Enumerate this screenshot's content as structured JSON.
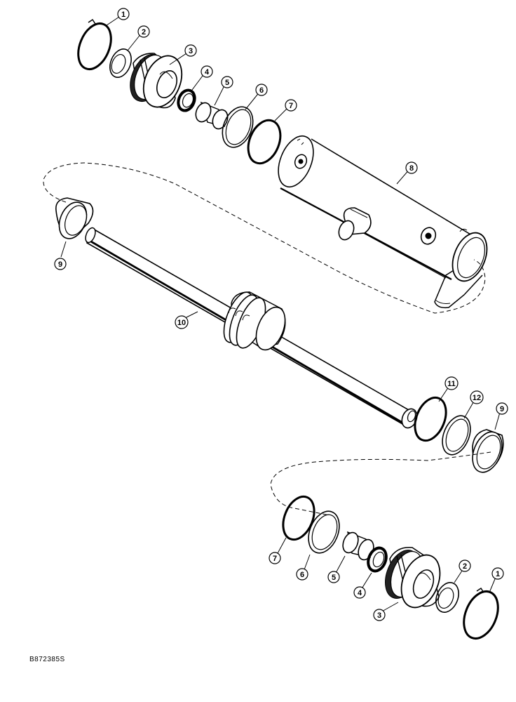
{
  "diagram": {
    "reference_code": "B872385S",
    "callouts": {
      "top_1": "1",
      "top_2": "2",
      "top_3": "3",
      "top_4": "4",
      "top_5": "5",
      "top_6": "6",
      "top_7": "7",
      "barrel_8": "8",
      "rod_left_9": "9",
      "rod_10": "10",
      "rod_11": "11",
      "rod_12": "12",
      "rod_right_9": "9",
      "bottom_7": "7",
      "bottom_6": "6",
      "bottom_5": "5",
      "bottom_4": "4",
      "bottom_3": "3",
      "bottom_2": "2",
      "bottom_1": "1"
    }
  }
}
